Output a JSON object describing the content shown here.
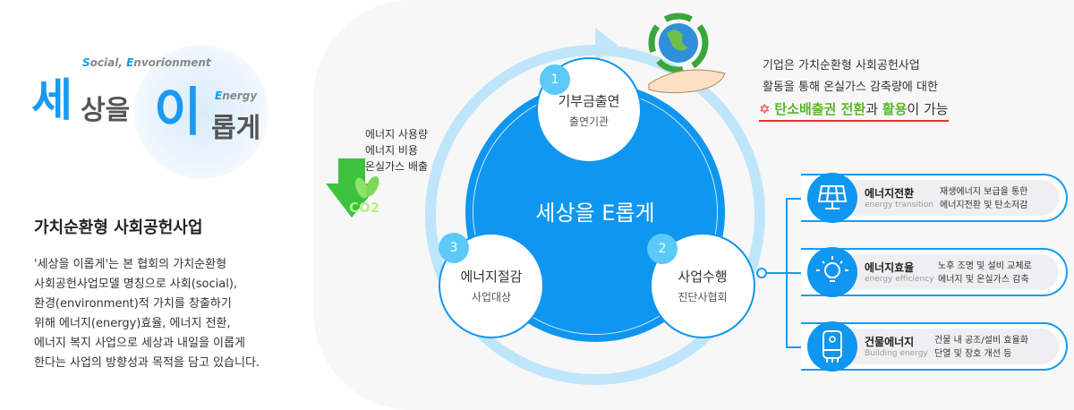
{
  "logo": {
    "sub_s": "S",
    "sub_1": "ocial, ",
    "sub_e": "E",
    "sub_2": "nvorionment",
    "energy_e": "E",
    "energy_rest": "nergy",
    "big1": "세",
    "mid1": "상을",
    "big2": "이",
    "mid2": "롭게"
  },
  "intro": {
    "title": "가치순환형 사회공헌사업",
    "lines": [
      "'세상을 이롭게'는 본 협회의 가치순환형",
      "사회공헌사업모델 명칭으로 사회(social),",
      "환경(environment)적 가치를 창출하기",
      "위해 에너지(energy)효율, 에너지 전환,",
      "에너지 복지 사업으로 세상과 내일을 이롭게",
      "한다는 사업의 방향성과 목적을 담고 있습니다."
    ]
  },
  "cycle": {
    "center": "세상을 E롭게",
    "nodes": [
      {
        "num": "1",
        "title": "기부금출연",
        "sub": "출연기관"
      },
      {
        "num": "2",
        "title": "사업수행",
        "sub": "진단사협회"
      },
      {
        "num": "3",
        "title": "에너지절감",
        "sub": "사업대상"
      }
    ]
  },
  "reductions": [
    "에너지 사용량",
    "에너지 비용",
    "온실가스 배출"
  ],
  "co2_label": "CO2",
  "note": {
    "line1": "기업은 가치순환형 사회공헌사업",
    "line2": "활동을 통해 온실가스 감축량에 대한",
    "hl1": "탄소배출권 전환",
    "mid": "과 ",
    "hl2": "활용",
    "end": "이 가능"
  },
  "programs": [
    {
      "title": "에너지전환",
      "en": "energy transition",
      "desc1": "재생에너지 보급을 통한",
      "desc2": "에너지전환 및 탄소저감",
      "icon": "solar-panel-icon"
    },
    {
      "title": "에너지효율",
      "en": "energy efficiency",
      "desc1": "노후 조명 및 설비 교체로",
      "desc2": "에너지 및 온실가스 감축",
      "icon": "light-bulb-icon"
    },
    {
      "title": "건물에너지",
      "en": "Building energy",
      "desc1": "건물 내 공조/설비 효율화",
      "desc2": "단열 및 창호 개선 등",
      "icon": "boiler-icon"
    }
  ],
  "colors": {
    "primary": "#0e96f0",
    "ring": "#bfe5fa",
    "green": "#5bb82a",
    "red": "#e53030"
  }
}
